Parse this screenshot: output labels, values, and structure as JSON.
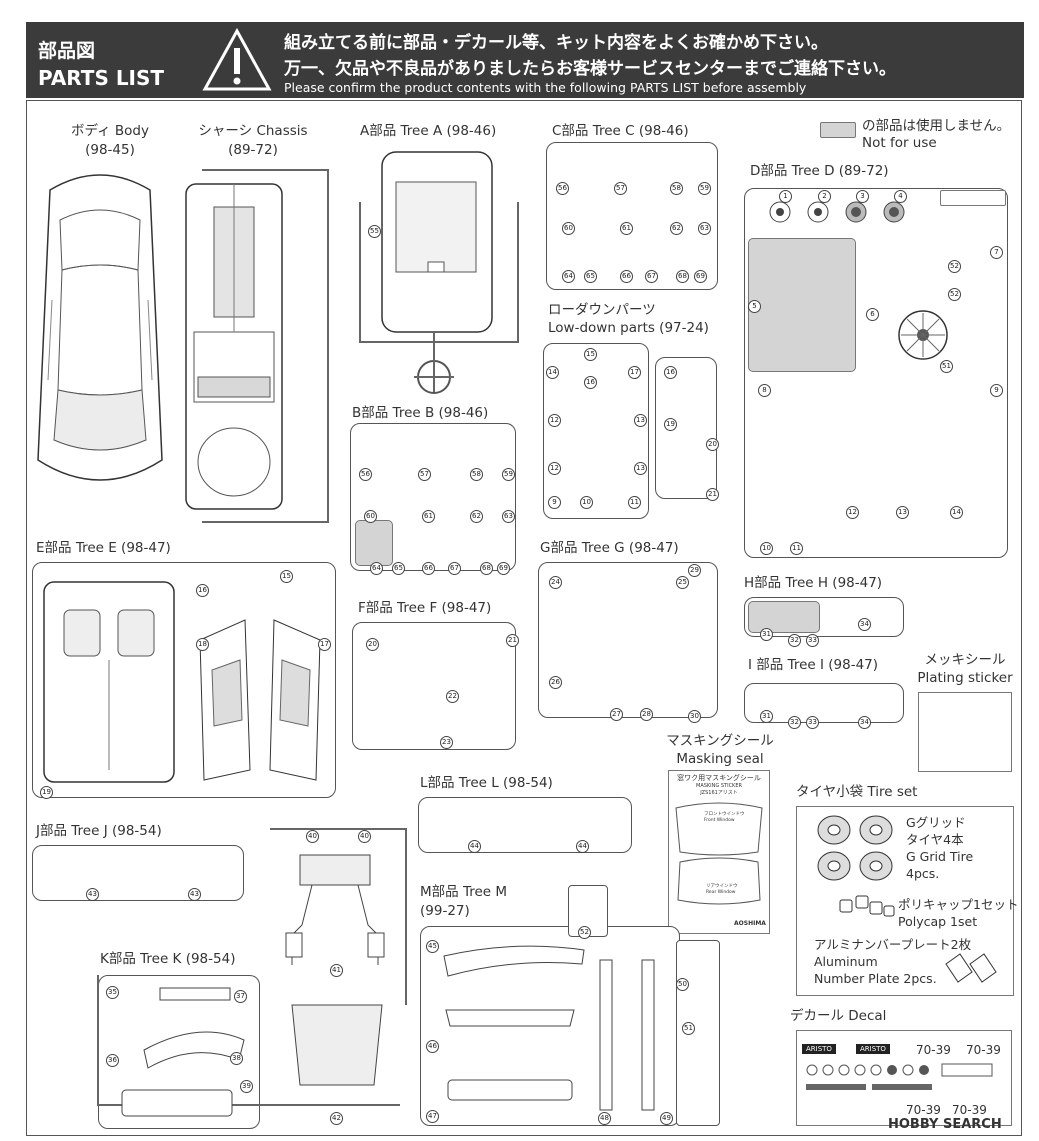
{
  "header": {
    "title_jp": "部品図",
    "title_en": "PARTS LIST",
    "line1": "組み立てる前に部品・デカール等、キット内容をよくお確かめ下さい。",
    "line2": "万一、欠品や不良品がありましたらお客様サービスセンターまでご連絡下さい。",
    "line3": "Please confirm the product contents with the following PARTS LIST before assembly"
  },
  "legend": {
    "line1": "の部品は使用しません。",
    "line2": "Not for use"
  },
  "body": {
    "label": "ボディ Body",
    "code": "(98-45)"
  },
  "chassis": {
    "label": "シャーシ Chassis",
    "code": "(89-72)"
  },
  "trees": {
    "a": {
      "label": "A部品 Tree A (98-46)"
    },
    "b": {
      "label": "B部品 Tree B (98-46)"
    },
    "c": {
      "label": "C部品 Tree C (98-46)"
    },
    "d": {
      "label": "D部品 Tree D (89-72)"
    },
    "e": {
      "label": "E部品 Tree E (98-47)"
    },
    "f": {
      "label": "F部品 Tree F (98-47)"
    },
    "g": {
      "label": "G部品 Tree G (98-47)"
    },
    "h": {
      "label": "H部品 Tree H (98-47)"
    },
    "i": {
      "label": "I 部品 Tree I (98-47)"
    },
    "j": {
      "label": "J部品 Tree J (98-54)"
    },
    "k": {
      "label": "K部品 Tree K (98-54)"
    },
    "l": {
      "label": "L部品 Tree L (98-54)"
    },
    "m": {
      "label": "M部品 Tree M",
      "code": "(99-27)"
    }
  },
  "lowdown": {
    "label_jp": "ローダウンパーツ",
    "label_en": "Low-down parts (97-24)"
  },
  "plating": {
    "label_jp": "メッキシール",
    "label_en": "Plating sticker"
  },
  "masking": {
    "label_jp": "マスキングシール",
    "label_en": "Masking seal",
    "sheet_title": "窓ワク用マスキングシール",
    "sheet_sub": "MASKING STICKER",
    "sheet_code": "JZS161アリスト",
    "front": "フロントウインドウ",
    "front_en": "Front Window",
    "rear": "リアウインドウ",
    "rear_en": "Rear Window",
    "brand": "AOSHIMA"
  },
  "tire_set": {
    "label": "タイヤ小袋 Tire set",
    "tire_jp": "Gグリッド",
    "tire_jp2": "タイヤ4本",
    "tire_en": "G Grid Tire",
    "tire_en2": "4pcs.",
    "poly_jp": "ポリキャップ1セット",
    "poly_en": "Polycap 1set",
    "plate_jp": "アルミナンバープレート2枚",
    "plate_en": "Aluminum",
    "plate_en2": "Number Plate 2pcs."
  },
  "decal": {
    "label": "デカール Decal",
    "brand1": "ARISTO",
    "brand2": "ARISTO",
    "plate1": "70-39",
    "plate2": "70-39",
    "plate3": "70-39",
    "plate4": "70-39"
  },
  "watermark": "HOBBY SEARCH",
  "colors": {
    "header_bg": "#3b3b3b",
    "not_used": "#d4d4d4",
    "line": "#555555"
  }
}
